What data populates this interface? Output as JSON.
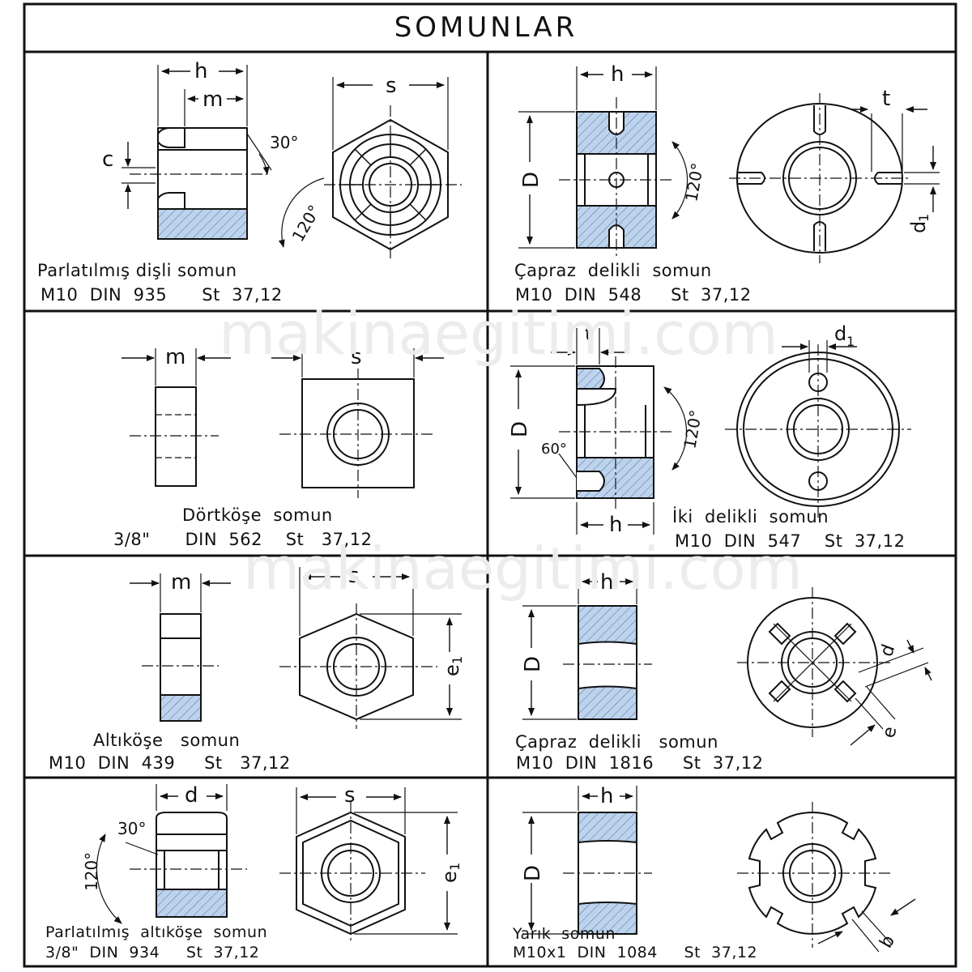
{
  "title": "SOMUNLAR",
  "watermark": "makinaegitimi.com",
  "panels": [
    {
      "name": "Parlatılmış dişli somun",
      "spec": "M10  DIN  935      St  37,12"
    },
    {
      "name": "Çapraz  delikli  somun",
      "spec": "M10  DIN  548     St  37,12"
    },
    {
      "name": "Dörtköşe  somun",
      "spec": "3/8\"      DIN  562    St   37,12"
    },
    {
      "name": "İki  delikli  somun",
      "spec": "M10  DIN  547    St  37,12"
    },
    {
      "name": "Altıköşe   somun",
      "spec": "M10  DIN  439     St   37,12"
    },
    {
      "name": "Çapraz  delikli   somun",
      "spec": "M10  DIN  1816     St  37,12"
    },
    {
      "name": "Parlatılmış  altıköşe  somun",
      "spec": "3/8\"  DIN  934     St  37,12"
    },
    {
      "name": "Yarık  somun",
      "spec": "M10x1  DIN  1084     St  37,12"
    }
  ],
  "labels": {
    "h": "h",
    "m": "m",
    "s": "s",
    "c": "c",
    "t": "t",
    "D": "D",
    "d": "d",
    "d1": "d",
    "sub1": "1",
    "e": "e",
    "e1": "e",
    "b": "b",
    "ang30": "30°",
    "ang120": "120°",
    "ang60": "60°"
  },
  "colors": {
    "fill": "#bcd3ee",
    "line": "#111111"
  }
}
